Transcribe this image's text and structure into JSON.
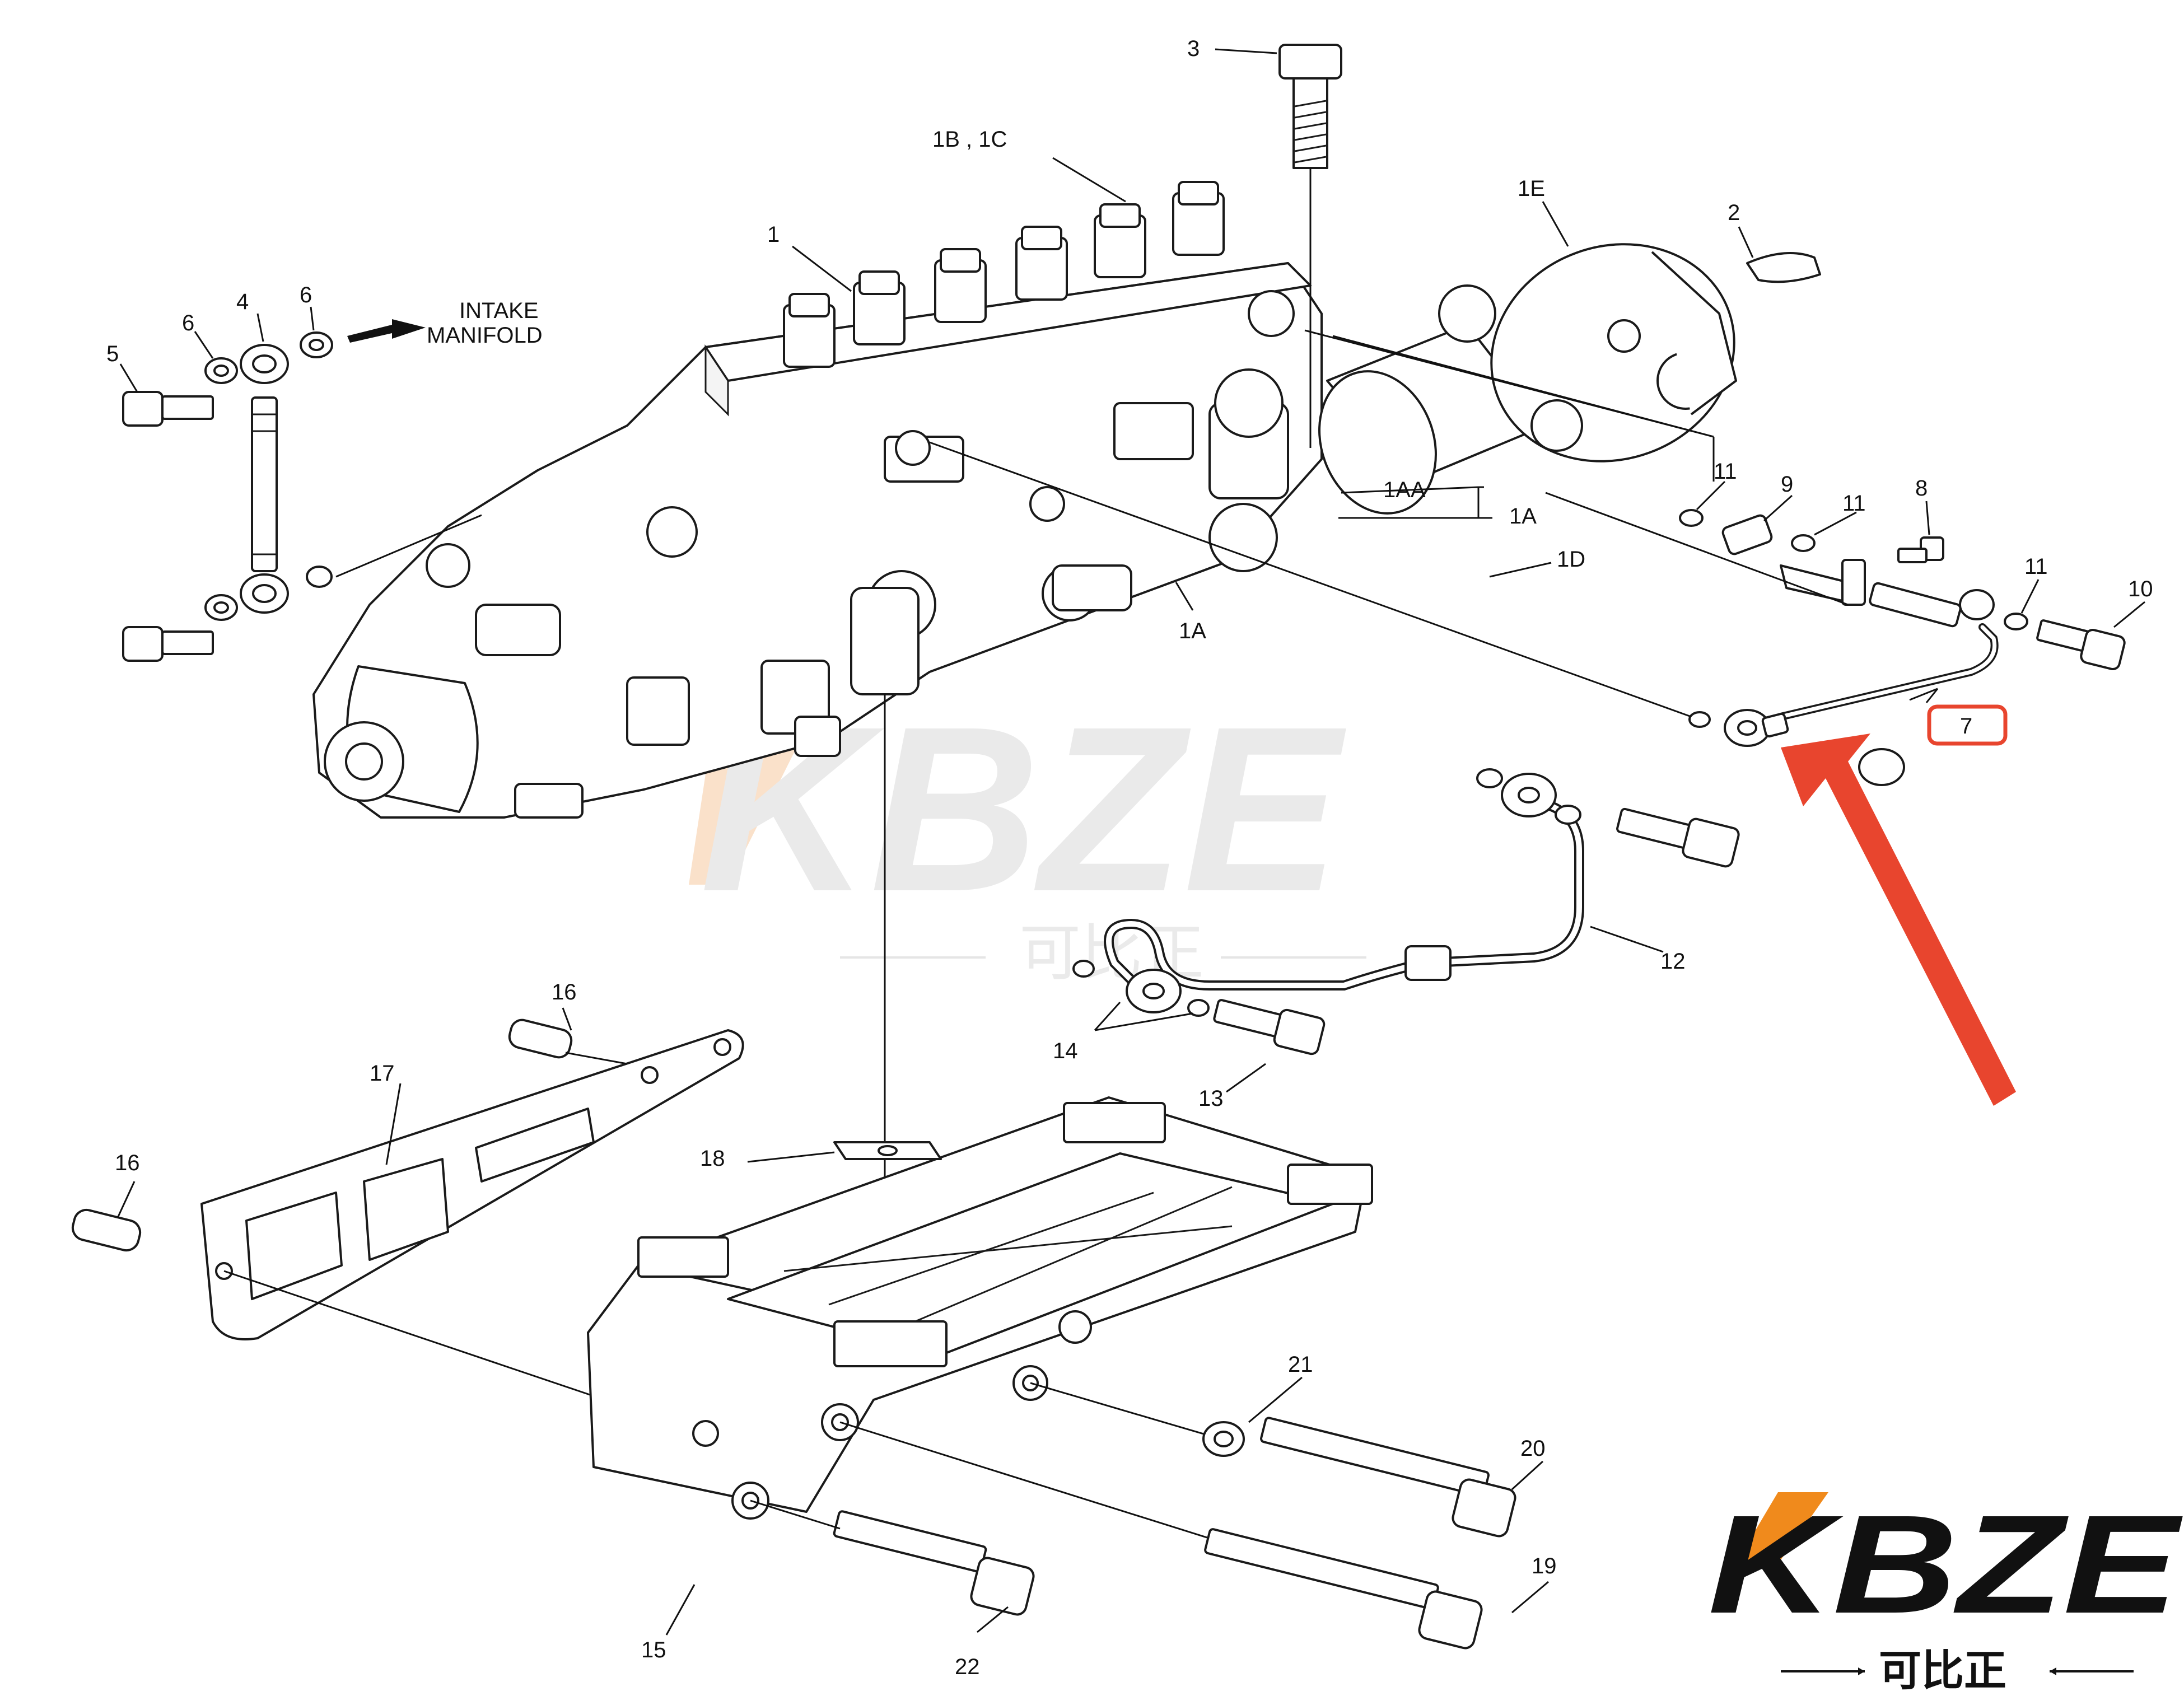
{
  "labels": {
    "p1": "1",
    "p1b1c": "1B , 1C",
    "p1e": "1E",
    "p1aa": "1AA",
    "p1a_right": "1A",
    "p1a_low": "1A",
    "p1d": "1D",
    "p2": "2",
    "p3": "3",
    "p4": "4",
    "p5": "5",
    "p6a": "6",
    "p6b": "6",
    "p7": "7",
    "p8": "8",
    "p9": "9",
    "p10": "10",
    "p11a": "11",
    "p11b": "11",
    "p11c": "11",
    "p12": "12",
    "p13": "13",
    "p14": "14",
    "p15": "15",
    "p16a": "16",
    "p16b": "16",
    "p17": "17",
    "p18": "18",
    "p19": "19",
    "p20": "20",
    "p21": "21",
    "p22": "22"
  },
  "intake": {
    "line1": "INTAKE",
    "line2": "MANIFOLD"
  },
  "watermark": {
    "brand": "KBZE",
    "chinese": "可比正"
  },
  "logo": {
    "brand": "KBZE",
    "chinese": "可比正"
  },
  "colors": {
    "highlight": "#e8452e",
    "logo_accent": "#f08a1c",
    "watermark": "#d9d9d9"
  }
}
